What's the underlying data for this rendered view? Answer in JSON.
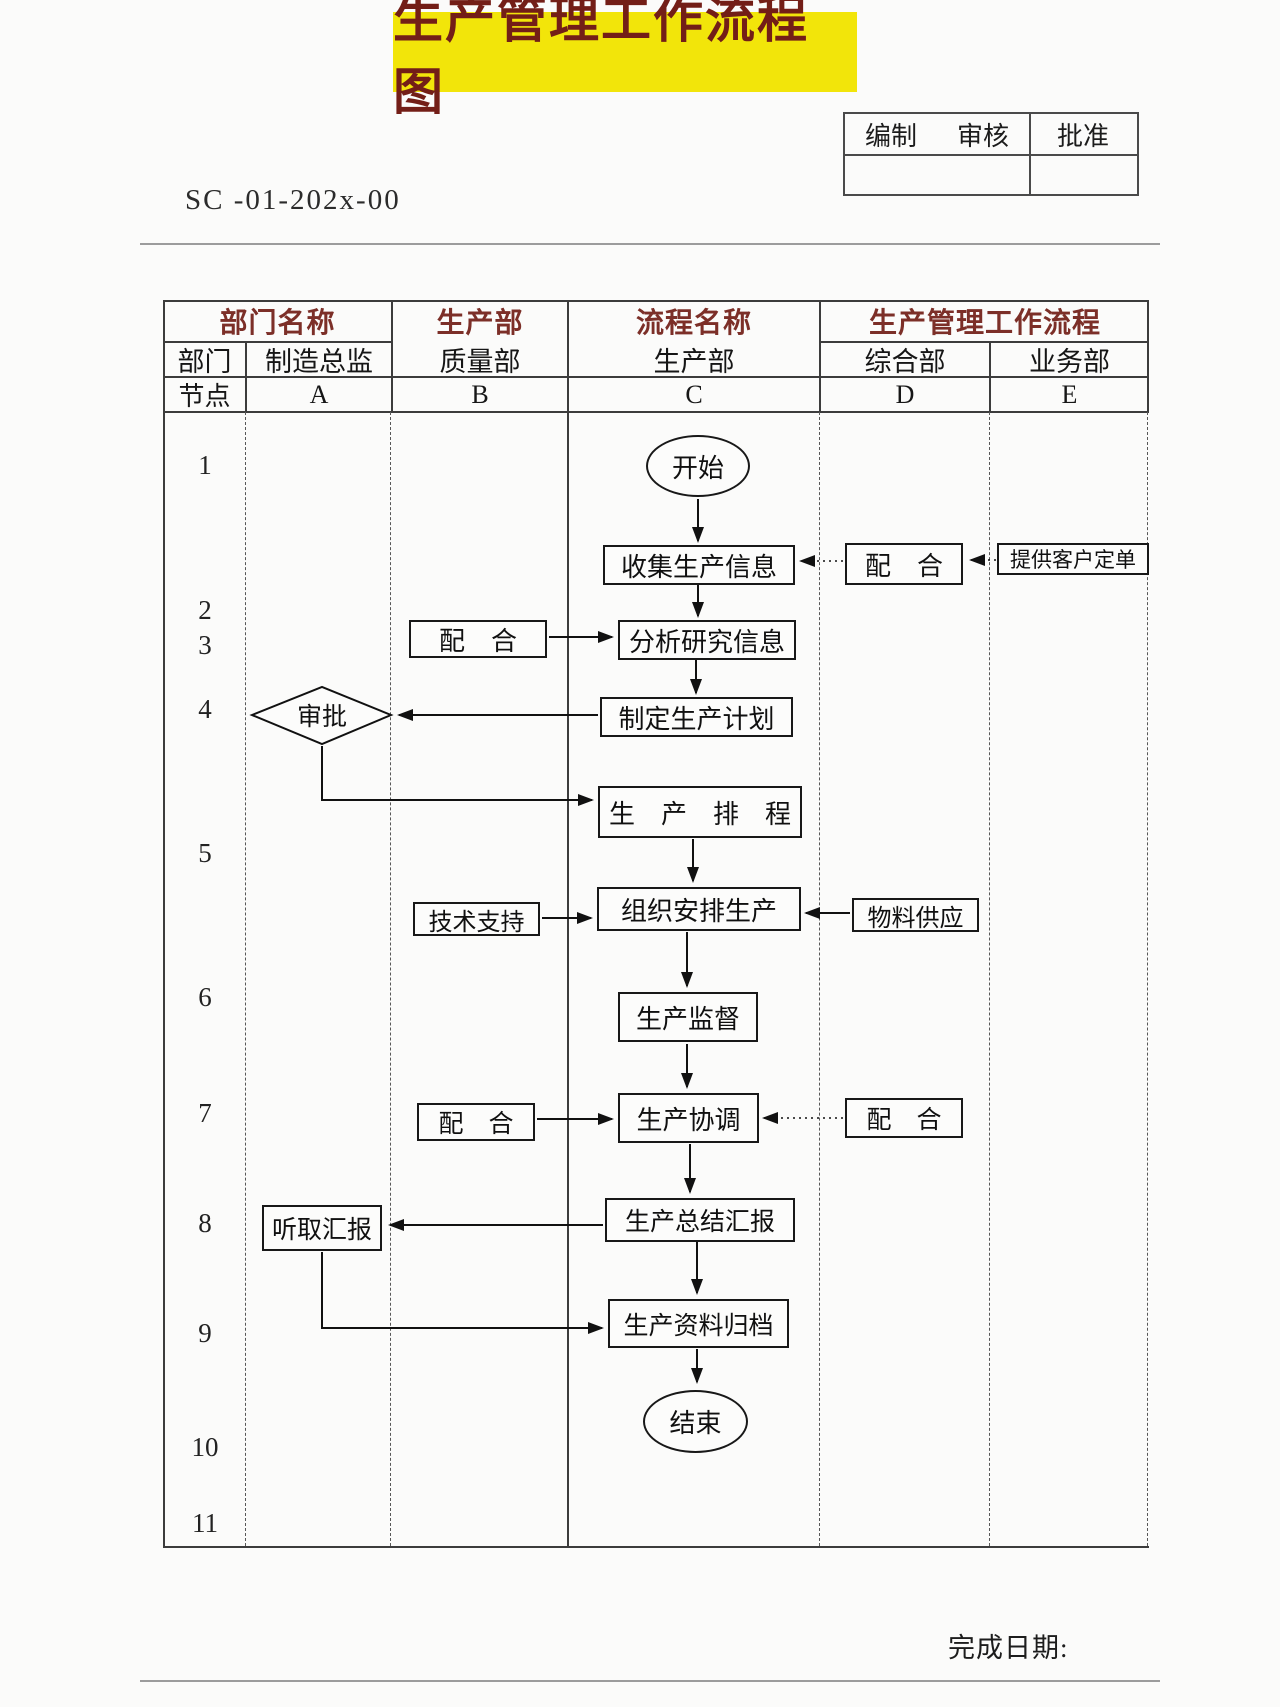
{
  "page": {
    "title": "生产管理工作流程图",
    "doc_code": "SC -01-202x-00",
    "completion_date_label": "完成日期:"
  },
  "approval": {
    "cells": [
      "编制",
      "审核",
      "批准"
    ]
  },
  "grid": {
    "row1": [
      "部门名称",
      "生产部",
      "流程名称",
      "生产管理工作流程"
    ],
    "row2": [
      "部门",
      "制造总监",
      "质量部",
      "生产部",
      "综合部",
      "业务部"
    ],
    "row3": [
      "节点",
      "A",
      "B",
      "C",
      "D",
      "E"
    ]
  },
  "nodes": [
    "1",
    "2",
    "3",
    "4",
    "5",
    "6",
    "7",
    "8",
    "9",
    "10",
    "11"
  ],
  "flow": {
    "start": "开始",
    "collect_info": "收集生产信息",
    "coop_d1": "配　合",
    "provide_order": "提供客户定单",
    "coop_b1": "配　合",
    "analyze_info": "分析研究信息",
    "make_plan": "制定生产计划",
    "approve": "审批",
    "scheduling": "生　产　排　程",
    "tech_support": "技术支持",
    "organize": "组织安排生产",
    "material_supply": "物料供应",
    "supervise": "生产监督",
    "coordinate": "生产协调",
    "coop_b2": "配　合",
    "coop_d2": "配　合",
    "summary_report": "生产总结汇报",
    "listen_report": "听取汇报",
    "archive": "生产资料归档",
    "end": "结束"
  },
  "colors": {
    "title_text": "#731e17",
    "title_highlight": "#f2e50a",
    "header_accent": "#7c2f28"
  }
}
